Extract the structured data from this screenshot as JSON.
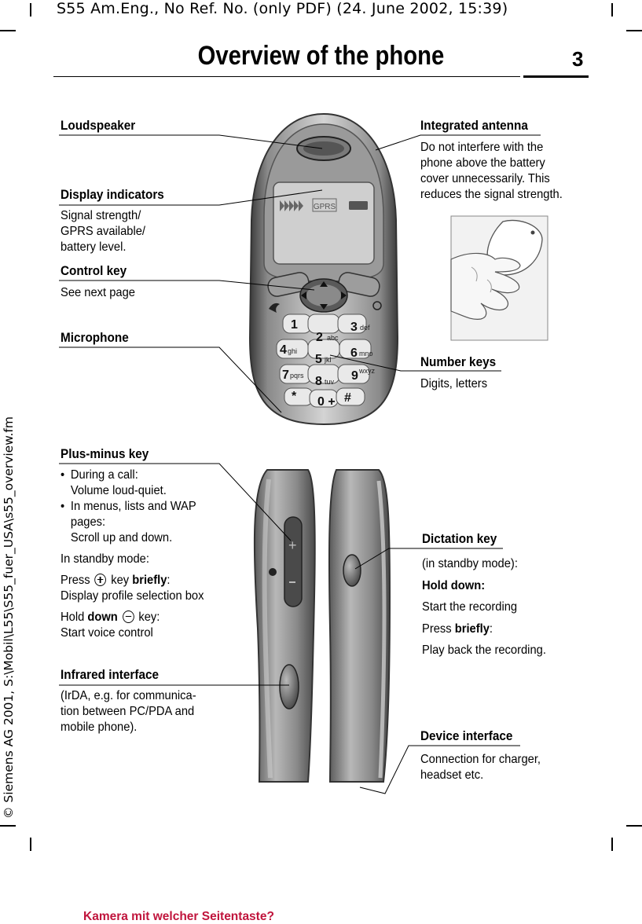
{
  "header": "S55 Am.Eng., No Ref. No. (only PDF) (24. June 2002, 15:39)",
  "page_title": "Overview of the phone",
  "page_number": "3",
  "side_text": "© Siemens AG 2001, S:\\Mobil\\L55\\S55_fuer_USA\\s55_overview.fm",
  "footer_note": "Kamera mit welcher Seitentaste?",
  "phone_keys": {
    "gprs": "GPRS",
    "k1": "1",
    "k2": "2",
    "k2l": "abc",
    "k3": "3",
    "k3l": "def",
    "k4": "4",
    "k4l": "ghi",
    "k5": "5",
    "k5l": "jkl",
    "k6": "6",
    "k6l": "mno",
    "k7": "7",
    "k7l": "pqrs",
    "k8": "8",
    "k8l": "tuv",
    "k9": "9",
    "k9l": "wxyz",
    "k0": "0 +",
    "star": "*",
    "hash": "#"
  },
  "loudspeaker": {
    "label": "Loudspeaker"
  },
  "antenna": {
    "label": "Integrated antenna",
    "lines": [
      "Do not interfere with the",
      "phone above the battery",
      "cover unnecessarily. This",
      "reduces the signal strength."
    ]
  },
  "display": {
    "label": "Display indicators",
    "lines": [
      "Signal strength/",
      "GPRS available/",
      "battery level."
    ]
  },
  "control": {
    "label": "Control key",
    "text": "See next page"
  },
  "microphone": {
    "label": "Microphone"
  },
  "number_keys": {
    "label": "Number keys",
    "text": "Digits, letters"
  },
  "plus_minus": {
    "label": "Plus-minus key",
    "b1a": "During a call:",
    "b1b": "Volume loud-quiet.",
    "b2a": "In menus, lists and WAP",
    "b2b": "pages:",
    "b2c": "Scroll up and down.",
    "standby": "In standby mode:",
    "press": "Press",
    "key_word": "key",
    "briefly": "briefly",
    "colon": ":",
    "profile": "Display profile selection box",
    "hold": "Hold",
    "down": "down",
    "key_colon": "key:",
    "voice": "Start voice control"
  },
  "infrared": {
    "label": "Infrared interface",
    "lines": [
      "(IrDA, e.g. for communica-",
      "tion between PC/PDA and",
      "mobile phone)."
    ]
  },
  "dictation": {
    "label": "Dictation key",
    "l1": "(in standby mode):",
    "hold_down": "Hold down:",
    "l3": "Start the recording",
    "press": "Press",
    "briefly": "briefly",
    "colon": ":",
    "l5": "Play back the recording."
  },
  "device": {
    "label": "Device interface",
    "lines": [
      "Connection for charger,",
      "headset etc."
    ]
  }
}
